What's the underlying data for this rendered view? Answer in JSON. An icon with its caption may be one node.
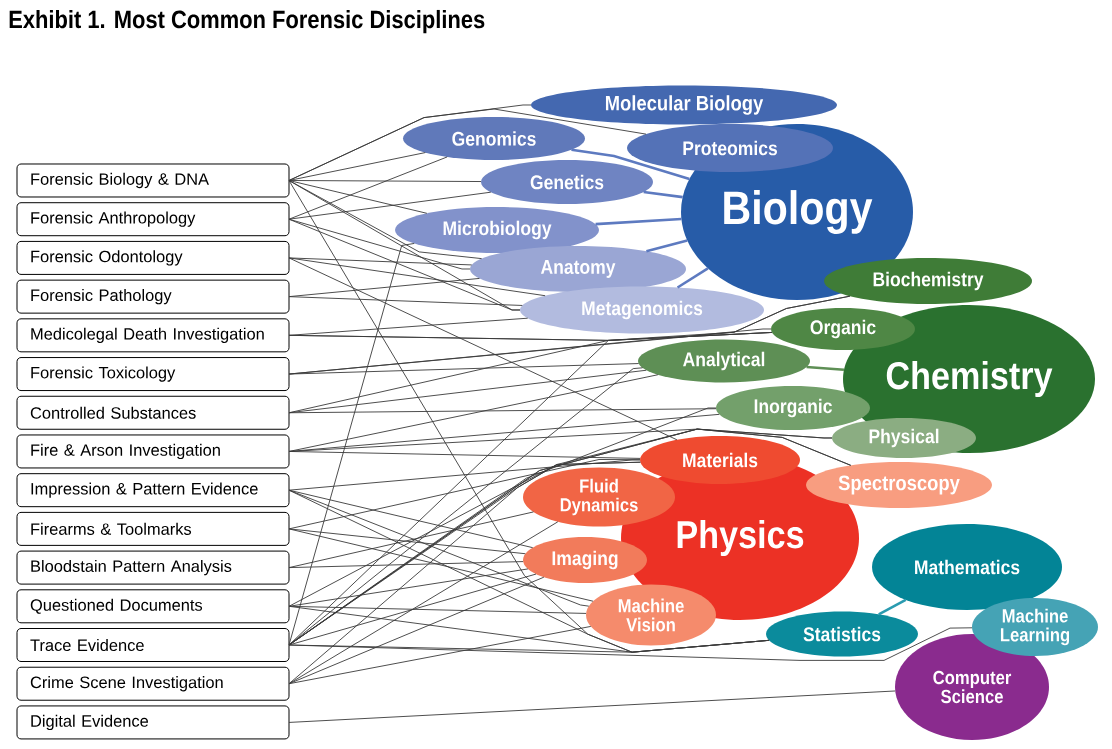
{
  "diagram": {
    "title": "Exhibit 1. Most Common Forensic Disciplines",
    "nodes": [
      {
        "text": [
          "Forensic Biology & DNA"
        ]
      },
      {
        "text": [
          "Forensic Anthropology"
        ]
      },
      {
        "text": [
          "Forensic Odontology"
        ]
      },
      {
        "text": [
          "Forensic Pathology"
        ]
      },
      {
        "text": [
          "Medicolegal Death Investigation"
        ]
      },
      {
        "text": [
          "Forensic Toxicology"
        ]
      },
      {
        "text": [
          "Controlled Substances"
        ]
      },
      {
        "text": [
          "Fire & Arson Investigation"
        ]
      },
      {
        "text": [
          "Impression & Pattern Evidence"
        ]
      },
      {
        "text": [
          "Firearms & Toolmarks"
        ]
      },
      {
        "text": [
          "Bloodstain Pattern Analysis"
        ]
      },
      {
        "text": [
          "Questioned Documents"
        ]
      },
      {
        "text": [
          "Trace Evidence"
        ]
      },
      {
        "text": [
          "Crime Scene Investigation"
        ]
      },
      {
        "text": [
          "Digital Evidence"
        ]
      },
      {
        "text": [
          "Molecular Biology"
        ]
      },
      {
        "text": [
          "Genomics"
        ]
      },
      {
        "text": [
          "Proteomics"
        ]
      },
      {
        "text": [
          "Biology"
        ]
      },
      {
        "text": [
          "Genetics"
        ]
      },
      {
        "text": [
          "Microbiology"
        ]
      },
      {
        "text": [
          "Anatomy"
        ]
      },
      {
        "text": [
          "Metagenomics"
        ]
      },
      {
        "text": [
          "Biochemistry"
        ]
      },
      {
        "text": [
          "Organic"
        ]
      },
      {
        "text": [
          "Chemistry"
        ]
      },
      {
        "text": [
          "Analytical"
        ]
      },
      {
        "text": [
          "Inorganic"
        ]
      },
      {
        "text": [
          "Physical"
        ]
      },
      {
        "text": [
          "Materials"
        ]
      },
      {
        "text": [
          "Spectroscopy"
        ]
      },
      {
        "text": [
          "Fluid Dynamics"
        ]
      },
      {
        "text": [
          "Physics"
        ]
      },
      {
        "text": [
          "Imaging"
        ]
      },
      {
        "text": [
          "Machine Vision"
        ]
      },
      {
        "text": [
          "Mathematics"
        ]
      },
      {
        "text": [
          "Statistics"
        ]
      },
      {
        "text": [
          "Machine Learning"
        ]
      },
      {
        "text": [
          "Computer Science"
        ]
      }
    ],
    "edges": [
      {
        "from": 0,
        "to": 15,
        "arrow": "none"
      },
      {
        "from": 0,
        "to": 16,
        "arrow": "none"
      },
      {
        "from": 0,
        "to": 17,
        "arrow": "none"
      },
      {
        "from": 0,
        "to": 19,
        "arrow": "none"
      },
      {
        "from": 0,
        "to": 20,
        "arrow": "none"
      },
      {
        "from": 0,
        "to": 21,
        "arrow": "none"
      },
      {
        "from": 0,
        "to": 22,
        "arrow": "none"
      },
      {
        "from": 0,
        "to": 36,
        "arrow": "none"
      },
      {
        "from": 1,
        "to": 16,
        "arrow": "none"
      },
      {
        "from": 1,
        "to": 19,
        "arrow": "none"
      },
      {
        "from": 1,
        "to": 21,
        "arrow": "none"
      },
      {
        "from": 1,
        "to": 22,
        "arrow": "none"
      },
      {
        "from": 2,
        "to": 21,
        "arrow": "none"
      },
      {
        "from": 2,
        "to": 22,
        "arrow": "none"
      },
      {
        "from": 2,
        "to": 29,
        "arrow": "none"
      },
      {
        "from": 3,
        "to": 21,
        "arrow": "none"
      },
      {
        "from": 3,
        "to": 22,
        "arrow": "none"
      },
      {
        "from": 4,
        "to": 22,
        "arrow": "none"
      },
      {
        "from": 4,
        "to": 23,
        "arrow": "none"
      },
      {
        "from": 4,
        "to": 24,
        "arrow": "none"
      },
      {
        "from": 5,
        "to": 23,
        "arrow": "none"
      },
      {
        "from": 5,
        "to": 24,
        "arrow": "none"
      },
      {
        "from": 5,
        "to": 26,
        "arrow": "none"
      },
      {
        "from": 6,
        "to": 24,
        "arrow": "none"
      },
      {
        "from": 6,
        "to": 26,
        "arrow": "none"
      },
      {
        "from": 6,
        "to": 27,
        "arrow": "none"
      },
      {
        "from": 7,
        "to": 26,
        "arrow": "none"
      },
      {
        "from": 7,
        "to": 27,
        "arrow": "none"
      },
      {
        "from": 7,
        "to": 28,
        "arrow": "none"
      },
      {
        "from": 7,
        "to": 29,
        "arrow": "none"
      },
      {
        "from": 8,
        "to": 29,
        "arrow": "none"
      },
      {
        "from": 8,
        "to": 33,
        "arrow": "none"
      },
      {
        "from": 8,
        "to": 34,
        "arrow": "none"
      },
      {
        "from": 8,
        "to": 36,
        "arrow": "none"
      },
      {
        "from": 9,
        "to": 29,
        "arrow": "none"
      },
      {
        "from": 9,
        "to": 33,
        "arrow": "none"
      },
      {
        "from": 9,
        "to": 34,
        "arrow": "none"
      },
      {
        "from": 10,
        "to": 31,
        "arrow": "none"
      },
      {
        "from": 10,
        "to": 33,
        "arrow": "none"
      },
      {
        "from": 11,
        "to": 30,
        "arrow": "none"
      },
      {
        "from": 11,
        "to": 33,
        "arrow": "none"
      },
      {
        "from": 11,
        "to": 34,
        "arrow": "none"
      },
      {
        "from": 11,
        "to": 36,
        "arrow": "none"
      },
      {
        "from": 12,
        "to": 20,
        "arrow": "none"
      },
      {
        "from": 12,
        "to": 24,
        "arrow": "none"
      },
      {
        "from": 12,
        "to": 26,
        "arrow": "none"
      },
      {
        "from": 12,
        "to": 27,
        "arrow": "none"
      },
      {
        "from": 12,
        "to": 28,
        "arrow": "none"
      },
      {
        "from": 12,
        "to": 29,
        "arrow": "none"
      },
      {
        "from": 12,
        "to": 30,
        "arrow": "none"
      },
      {
        "from": 12,
        "to": 33,
        "arrow": "none"
      },
      {
        "from": 12,
        "to": 36,
        "arrow": "none"
      },
      {
        "from": 12,
        "to": 37,
        "arrow": "none"
      },
      {
        "from": 13,
        "to": 29,
        "arrow": "none"
      },
      {
        "from": 13,
        "to": 31,
        "arrow": "none"
      },
      {
        "from": 13,
        "to": 33,
        "arrow": "none"
      },
      {
        "from": 13,
        "to": 34,
        "arrow": "none"
      },
      {
        "from": 14,
        "to": 38,
        "arrow": "none"
      },
      {
        "from": 16,
        "to": 18,
        "arrow": "none",
        "style": "thick",
        "color": "#5d7ac0"
      },
      {
        "from": 19,
        "to": 18,
        "arrow": "none",
        "style": "thick",
        "color": "#5d7ac0"
      },
      {
        "from": 20,
        "to": 18,
        "arrow": "none",
        "style": "thick",
        "color": "#5d7ac0"
      },
      {
        "from": 21,
        "to": 18,
        "arrow": "none",
        "style": "thick",
        "color": "#5d7ac0"
      },
      {
        "from": 22,
        "to": 18,
        "arrow": "none",
        "style": "thick",
        "color": "#5d7ac0"
      },
      {
        "from": 26,
        "to": 25,
        "arrow": "none",
        "style": "thick",
        "color": "#5e8f55"
      },
      {
        "from": 36,
        "to": 35,
        "arrow": "none",
        "style": "thick",
        "color": "#2a9bb0"
      }
    ]
  }
}
